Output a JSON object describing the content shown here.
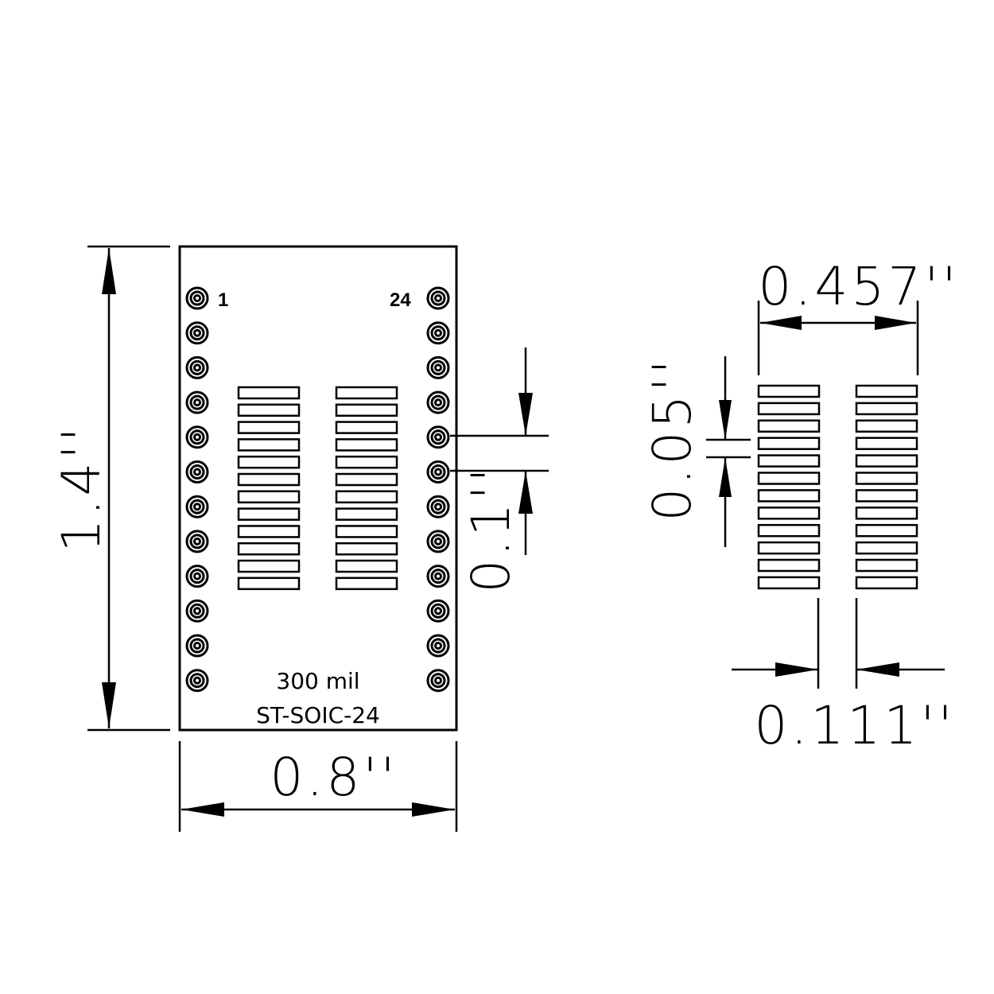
{
  "board": {
    "pin_first": "1",
    "pin_last": "24",
    "package_line": "300 mil",
    "part_number": "ST-SOIC-24",
    "pins_per_side": 12,
    "pads_per_row": 12
  },
  "dimensions": {
    "height": "1.4''",
    "width": "0.8''",
    "pin_pitch": "0.1''",
    "footprint_width": "0.457''",
    "pad_pitch": "0.05''",
    "row_gap": "0.111''"
  },
  "colors": {
    "ink": "#000000",
    "background": "#ffffff"
  }
}
